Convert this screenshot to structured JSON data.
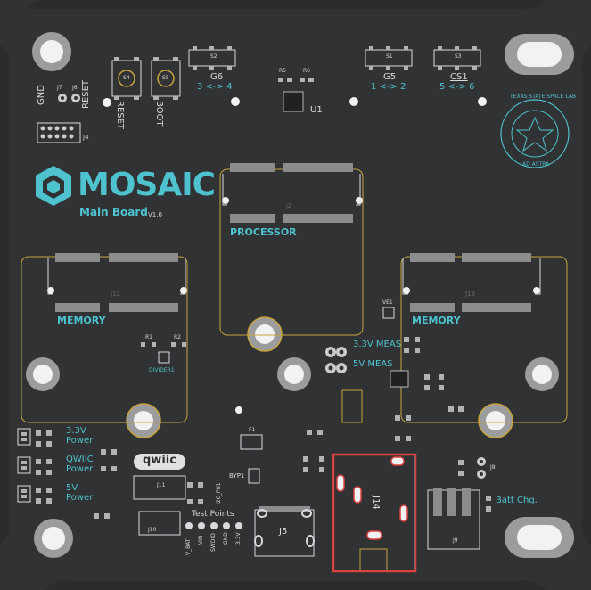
{
  "board": {
    "logo_text": "MOSAIC",
    "logo_subtitle": "Main Board",
    "version": "V1.0",
    "seal_line1": "TEXAS STATE SPACE LAB",
    "seal_line2": "AD ASTRA",
    "qwiic_logo": "qwiic"
  },
  "headers": {
    "gnd": "GND",
    "reset": "RESET",
    "j7": "J7",
    "j6": "J6",
    "j4": "J4"
  },
  "buttons": {
    "reset_label": "RESET",
    "boot_label": "BOOT",
    "s4": "S4",
    "s5": "S5"
  },
  "switches": {
    "g6": "G6",
    "g6_range": "3 <-> 4",
    "s2": "S2",
    "g5": "G5",
    "g5_range": "1 <-> 2",
    "s1": "S1",
    "cs1": "CS1",
    "cs1_range": "5 <-> 6",
    "s3": "S3"
  },
  "components": {
    "u1": "U1",
    "r5": "R5",
    "r6": "R6",
    "j2": "J2",
    "processor": "PROCESSOR",
    "j12": "J12",
    "j13": "J13",
    "memory_left": "MEMORY",
    "memory_right": "MEMORY",
    "ve1": "VE1",
    "divider": "DIVIDER1",
    "r1": "R1",
    "r2": "R2",
    "meas33": "3.3V MEAS",
    "meas5": "5V MEAS",
    "j14": "J14",
    "j5": "J5",
    "j9": "J9",
    "j10": "J10",
    "j11": "J11",
    "j8": "J8",
    "f1": "F1",
    "byp1": "BYP1",
    "batt_chg": "Batt Chg.",
    "test_points": "Test Points",
    "tp_labels": [
      "V_BAT",
      "VIN",
      "SWDIO",
      "GND",
      "3.3V"
    ],
    "i2c_pu": "I2C_PU1"
  },
  "power_leds": {
    "p33": "3.3V",
    "p33b": "Power",
    "qwiic": "QWIIC",
    "qwiicb": "Power",
    "p5": "5V",
    "p5b": "Power"
  },
  "colors": {
    "board": "#303234",
    "silk": "#d8dade",
    "label": "#4ec3cf",
    "pad": "#9a9c9e",
    "highlight": "#d9423f",
    "gold": "#c8a43a"
  }
}
